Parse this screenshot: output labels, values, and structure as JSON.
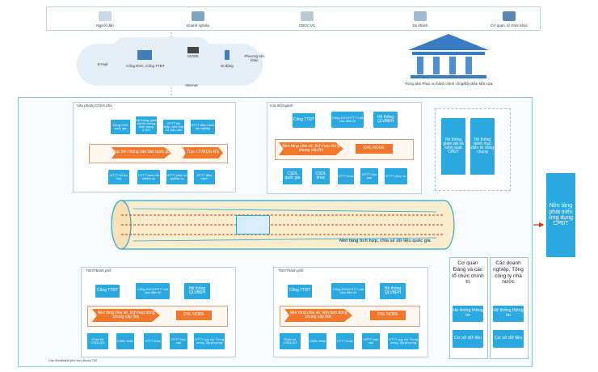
{
  "actors": [
    {
      "label": "Người dân",
      "icon": "citizen-icon"
    },
    {
      "label": "Doanh nghiệp",
      "icon": "business-icon"
    },
    {
      "label": "CBCC,VC",
      "icon": "officials-icon"
    },
    {
      "label": "Du khách",
      "icon": "tourist-icon"
    },
    {
      "label": "Cơ quan, tổ chức khác",
      "icon": "organization-icon"
    }
  ],
  "channels": {
    "email": "E-mail",
    "portal": "Cổng DVC, Cổng TTĐT",
    "kiosk": "KIOSK",
    "mobile": "Di động",
    "other": "Phương tiện khác",
    "internet": "Internet"
  },
  "service_center": "Trung tâm Phục vụ hành chính công/Bộ phận Một cửa",
  "gov_office": {
    "title": "Văn phòng Chính phủ",
    "top_boxes": [
      "Cổng DVC quốc gia",
      "Hệ thống giám sát đo lường hiện trạng CTĐT",
      "HTTT thu thập, tích hợp DL báo cáo",
      "HTTT điều hành tác nghiệp"
    ],
    "hub_left": "Trục liên thông văn bản quốc gia",
    "hub_right": "Trục LTVBQG-BS",
    "bottom_boxes": [
      "HTTT hỗ trợ họp",
      "HTTT theo dõi nhiệm vụ",
      "HTTT phục vụ nghiệp vụ",
      "HTTT điều hành"
    ]
  },
  "ministries": {
    "title": "Các Bộ/ngành",
    "top_boxes": [
      "Cổng TTĐT",
      "Cổng DVC/HTTT một cửa điện tử",
      "Hệ thống QLVBĐH"
    ],
    "hub": "Nền tảng chia sẻ, tích hợp dùng chung cấp Bộ",
    "node": "DXL NODE",
    "bottom_boxes": [
      "CSDL quốc gia",
      "CSDL khác",
      "HTTT khác",
      "HTTT báo cáo",
      "HTTT phục vụ"
    ]
  },
  "central_bus": "Nền tảng tích hợp, chia sẻ dữ liệu quốc gia",
  "right_boxes": [
    {
      "main": "Hệ thống giám sát và kiểm soát CPĐT"
    },
    {
      "main": "Hệ thống danh mục điện tử dùng chung"
    }
  ],
  "platform": "Nền tảng phát triển ứng dụng CPĐT",
  "province": {
    "title": "Tỉnh/Thành phố",
    "top_boxes": [
      "Cổng TTĐT",
      "Cổng DVC/HTTT một cửa điện tử",
      "Hệ thống QLVBĐH"
    ],
    "hub": "Nền tảng chia sẻ, tích hợp dùng chung cấp tỉnh",
    "node": "DXL NODE",
    "bottom_boxes": [
      "Phân hệ CSDLQG",
      "CSDL khác",
      "HTTT khác",
      "HTTT báo cáo",
      "HTTT quy mô Trung ương, địa phương"
    ]
  },
  "party_org": {
    "title": "Cơ quan Đảng và các tổ chức chính trị",
    "sys": "Hệ thống thông tin",
    "db": "Cơ sở dữ liệu"
  },
  "state_corp": {
    "title": "Các doanh nghiệp, Tổng công ty nhà nước",
    "sys": "Hệ thống thông tin",
    "db": "Cơ sở dữ liệu"
  },
  "footnote": "Các tỉnh/thành phố trực thuộc TW",
  "colors": {
    "blue": "#2aa8e0",
    "orange": "#f0782d",
    "red": "#c8391c",
    "band": "#b9d3e6",
    "bus": "#fbeccb"
  }
}
